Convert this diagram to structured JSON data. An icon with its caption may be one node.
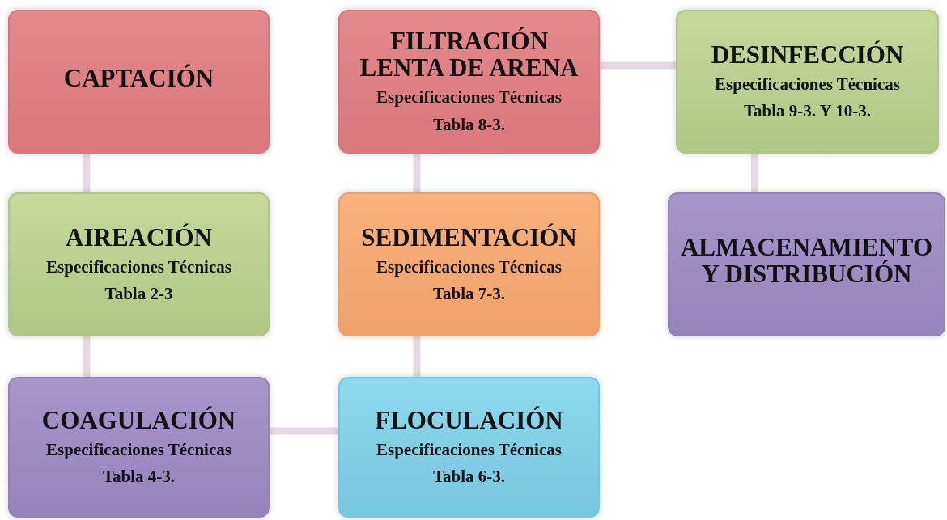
{
  "diagram": {
    "nodes": [
      {
        "text": [
          "CAPTACIÓN"
        ]
      },
      {
        "text": [
          "AIREACIÓN",
          "Especificaciones Técnicas",
          "Tabla 2-3"
        ]
      },
      {
        "text": [
          "COAGULACIÓN",
          "Especificaciones Técnicas",
          "Tabla 4-3."
        ]
      },
      {
        "text": [
          "FLOCULACIÓN",
          "Especificaciones Técnicas",
          "Tabla 6-3."
        ]
      },
      {
        "text": [
          "SEDIMENTACIÓN",
          "Especificaciones Técnicas",
          "Tabla 7-3."
        ]
      },
      {
        "text": [
          "FILTRACIÓN LENTA DE ARENA",
          "Especificaciones Técnicas",
          "Tabla 8-3."
        ]
      },
      {
        "text": [
          "DESINFECCIÓN",
          "Especificaciones Técnicas",
          "Tabla 9-3. Y 10-3."
        ]
      },
      {
        "text": [
          "ALMACENAMIENTO Y DISTRIBUCIÓN"
        ]
      }
    ],
    "edges": [
      {
        "from": 0,
        "to": 1,
        "arrow": "none"
      },
      {
        "from": 1,
        "to": 2,
        "arrow": "none"
      },
      {
        "from": 2,
        "to": 3,
        "arrow": "none"
      },
      {
        "from": 3,
        "to": 4,
        "arrow": "none"
      },
      {
        "from": 4,
        "to": 5,
        "arrow": "none"
      },
      {
        "from": 5,
        "to": 6,
        "arrow": "none"
      },
      {
        "from": 6,
        "to": 7,
        "arrow": "none"
      }
    ]
  }
}
